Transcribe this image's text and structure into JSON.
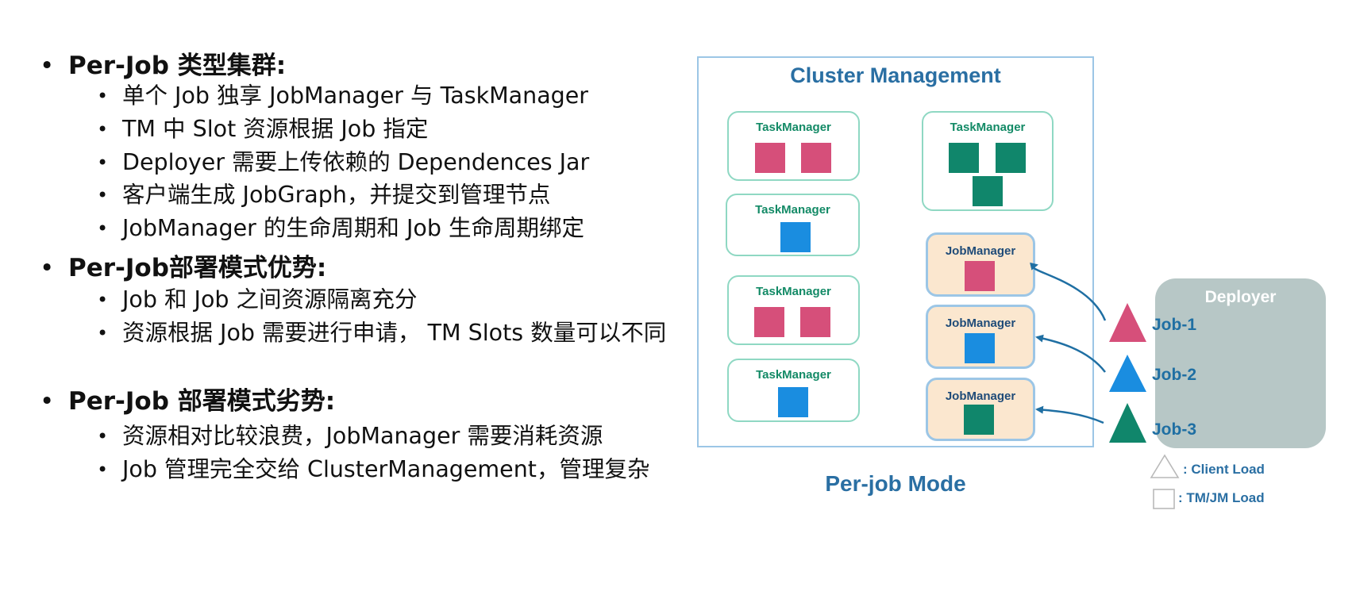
{
  "left": {
    "sections": [
      {
        "heading": "Per-Job 类型集群:",
        "items": [
          "单个 Job 独享 JobManager 与 TaskManager",
          "TM 中 Slot 资源根据  Job 指定",
          "Deployer 需要上传依赖的 Dependences Jar",
          "客户端生成 JobGraph，并提交到管理节点",
          "JobManager 的生命周期和 Job 生命周期绑定"
        ]
      },
      {
        "heading": "Per-Job部署模式优势:",
        "items": [
          "Job 和 Job 之间资源隔离充分",
          "资源根据 Job 需要进行申请， TM  Slots 数量可以不同"
        ]
      },
      {
        "heading": "Per-Job 部署模式劣势:",
        "items": [
          "资源相对比较浪费，JobManager 需要消耗资源",
          "Job 管理完全交给 ClusterManagement，管理复杂"
        ]
      }
    ]
  },
  "diagram": {
    "cluster_title": "Cluster Management",
    "taskmanager_label": "TaskManager",
    "jobmanager_label": "JobManager",
    "deployer_title": "Deployer",
    "jobs": [
      "Job-1",
      "Job-2",
      "Job-3"
    ],
    "mode_title": "Per-job Mode",
    "legend": {
      "client_load": ": Client Load",
      "tm_jm_load": ": TM/JM Load"
    },
    "colors": {
      "job1": "#d64f7a",
      "job2": "#1a8de0",
      "job3": "#10866b",
      "arrow": "#1f6fa3"
    }
  }
}
